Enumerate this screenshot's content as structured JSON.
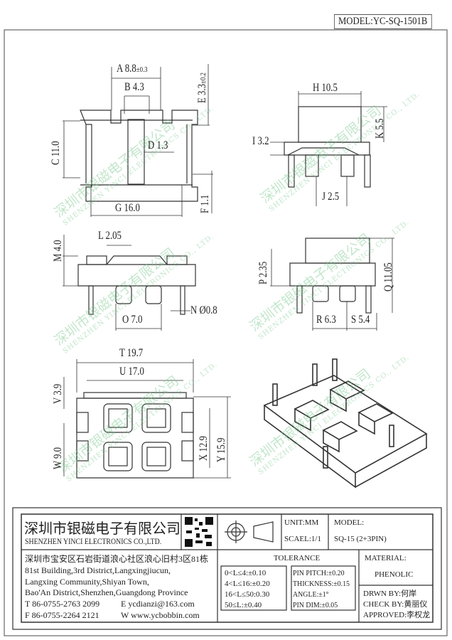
{
  "header": {
    "model_label": "MODEL:YC-SQ-1501B"
  },
  "dims": {
    "A": "A 8.8",
    "A_tol": "±0.3",
    "B": "B 4.3",
    "C": "C 11.0",
    "D": "D 1.3",
    "E": "E 3.3",
    "E_tol": "±0.2",
    "F": "F 1.1",
    "G": "G 16.0",
    "H": "H 10.5",
    "I": "I 3.2",
    "J": "J 2.5",
    "K": "K 5.5",
    "L": "L 2.05",
    "M": "M 4.0",
    "N": "N Ø0.8",
    "O": "O 7.0",
    "P": "P 2.35",
    "Q": "Q 11.05",
    "R": "R 6.3",
    "S": "S 5.4",
    "T": "T 19.7",
    "U": "U 17.0",
    "V": "V 3.9",
    "W": "W 9.0",
    "X": "X 12.9",
    "Y": "Y 15.9"
  },
  "watermark": {
    "cn": "深圳市银磁电子有限公司",
    "en": "SHENZHEN YINCI ELECTRONICS CO., LTD."
  },
  "title_block": {
    "company_cn": "深圳市银磁电子有限公司",
    "company_en": "SHENZHEN YINCI ELECTRONICS CO.,LTD.",
    "unit": "UNIT:MM",
    "scale": "SCAEL:1/1",
    "model_label": "MODEL:",
    "model_value": "SQ-15 (2+3PIN)",
    "address_cn": "深圳市宝安区石岩街道浪心社区浪心旧村3区81栋",
    "address_en": [
      "81st Building,3rd District,Langxingjiucun,",
      "Langxing Community,Shiyan Town,",
      "Bao'An District,Shenzhen,Guangdong Province"
    ],
    "tel": "T 86-0755-2763 2099",
    "email": "E ycdianzi@163.com",
    "fax": "F 86-0755-2264 2121",
    "web": "W www.ycbobbin.com",
    "tolerance_title": "TOLERANCE",
    "tolerance_left": [
      "0<L≤4:±0.10",
      "4<L≤16:±0.20",
      "16<L≤50:0.30",
      "50≤L:±0.40"
    ],
    "tolerance_right": [
      "PIN PITCH:±0.20",
      "THICKNESS:±0.15",
      "ANGLE:±1°",
      "PIN DIM:±0.05"
    ],
    "material_label": "MATERIAL:",
    "material_value": "PHENOLIC",
    "drawn_by": "DRWN BY:何岸",
    "check_by": "CHECK BY:黄丽仪",
    "approved": "APPROVED:李权龙"
  }
}
